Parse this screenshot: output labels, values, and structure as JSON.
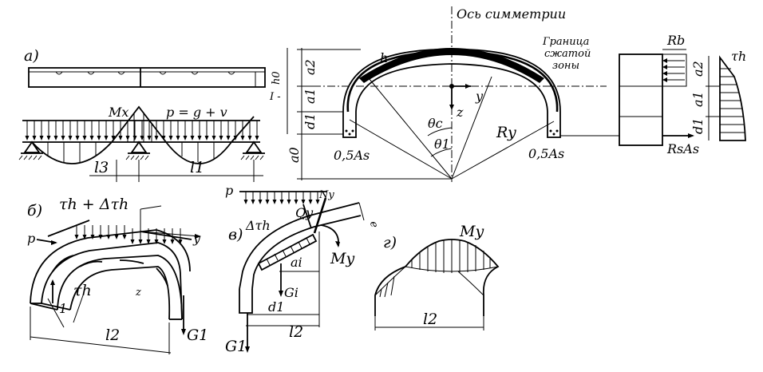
{
  "labels": {
    "panel_a": "а)",
    "panel_b": "б)",
    "panel_v": "в)",
    "panel_g": "г)",
    "symmetry_axis": "Ось симметрии",
    "compressed_zone": [
      "Граница",
      "сжатой",
      "зоны"
    ],
    "Mx": "Mx",
    "load_eq": "p = g + v",
    "l3": "l3",
    "l1": "l1",
    "I_marker": "I -",
    "h0": "h0",
    "a2": "a2",
    "a1": "a1",
    "d1": "d1",
    "a0": "a0",
    "h": "h",
    "y": "y",
    "z": "z",
    "theta_c": "θc",
    "theta_1": "θ1",
    "Ry": "Ry",
    "halfAs_left": "0,5As",
    "halfAs_right": "0,5As",
    "Rb": "Rb",
    "tau_h": "τh",
    "RsAs": "RsAs",
    "tau_h_delta": "τh + Δτh",
    "p": "p",
    "tau_h_inner": "τh",
    "one": "1",
    "l2_b": "l2",
    "G1_b": "G1",
    "Ny": "Ny",
    "Qy": "Qy",
    "My_v": "My",
    "delta_tau": "Δτh",
    "ai": "ai",
    "Gi": "Gi",
    "d1_v": "d1",
    "l2_v": "l2",
    "G1_v": "G1",
    "e": "e",
    "My_g": "My",
    "l2_g": "l2"
  }
}
